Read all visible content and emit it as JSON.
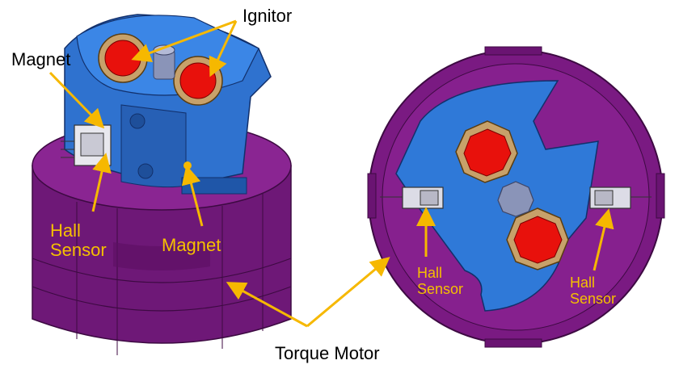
{
  "labels": {
    "ignitor": "Ignitor",
    "magnet_left": "Magnet",
    "hall_sensor_left": "Hall\nSensor",
    "magnet_center": "Magnet",
    "hall_sensor_mid": "Hall\nSensor",
    "hall_sensor_right": "Hall\nSensor",
    "torque_motor": "Torque Motor"
  },
  "colors": {
    "housing": "#7a1a82",
    "housing_dark": "#5c0f63",
    "plate": "#2f79d8",
    "plate_dark": "#1f56a8",
    "ignitor": "#e8110c",
    "ring": "#c7a16a",
    "arrow": "#f6b800"
  }
}
